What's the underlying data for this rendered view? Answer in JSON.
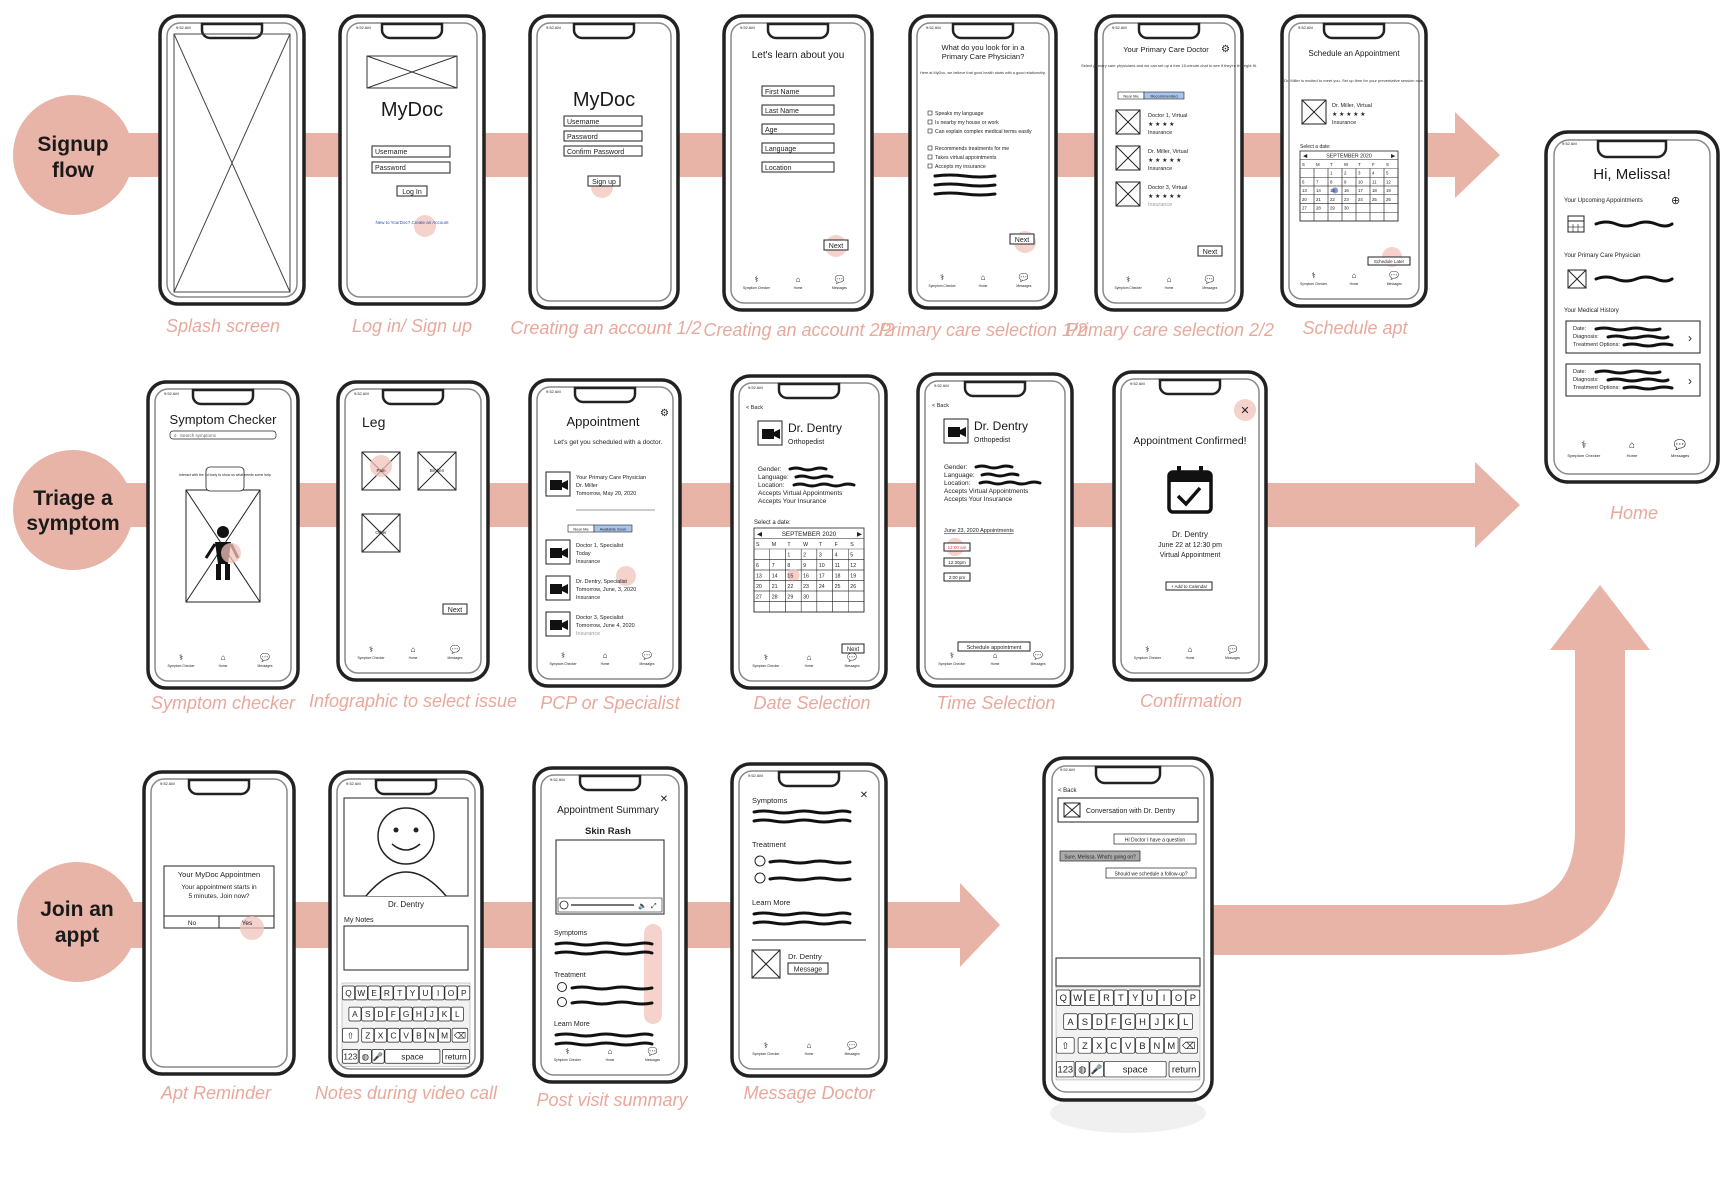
{
  "flows": [
    {
      "key": "signup",
      "title_line1": "Signup",
      "title_line2": "flow"
    },
    {
      "key": "triage",
      "title_line1": "Triage a",
      "title_line2": "symptom"
    },
    {
      "key": "join",
      "title_line1": "Join an",
      "title_line2": "appt"
    }
  ],
  "labels": {
    "splash": "Splash screen",
    "login": "Log in/ Sign up",
    "create1": "Creating an account 1/2",
    "create2": "Creating an account 2/2",
    "pcp1": "Primary care selection 1/2",
    "pcp2": "Primary care selection 2/2",
    "schedule": "Schedule apt",
    "home": "Home",
    "symptom": "Symptom checker",
    "infographic": "Infographic to select issue",
    "pcp_spec": "PCP or Specialist",
    "date_sel": "Date Selection",
    "time_sel": "Time Selection",
    "confirm": "Confirmation",
    "reminder": "Apt Reminder",
    "notes": "Notes during video call",
    "postvisit": "Post visit summary",
    "message": "Message Doctor"
  },
  "common": {
    "status_time": "9:52 AM",
    "nav_symptom": "Symptom Checker",
    "nav_home": "Home",
    "nav_messages": "Messages",
    "next": "Next",
    "back": "< Back",
    "insurance": "Insurance",
    "near_me": "Near Me",
    "recommended": "Recommended",
    "available_soon": "Available Soon",
    "calendar_month": "SEPTEMBER 2020"
  },
  "login": {
    "title": "MyDoc",
    "username": "Username",
    "password": "Password",
    "button": "Log In",
    "link": "New to YourDoc? Create an Account"
  },
  "create1": {
    "title": "MyDoc",
    "username": "Username",
    "password": "Password",
    "confirm": "Confirm Password",
    "button": "Sign up"
  },
  "create2": {
    "title": "Let's learn about you",
    "first": "First Name",
    "last": "Last Name",
    "age": "Age",
    "language": "Language",
    "location": "Location"
  },
  "pcp1": {
    "title_line1": "What do you look for in a",
    "title_line2": "Primary Care Physician?",
    "intro": "Here at MyDoc, we believe that good health starts with a good relationship.",
    "opt1": "Speaks my language",
    "opt2": "Is nearby my house or work",
    "opt3": "Can explain complex medical terms easily",
    "opt4": "Recommends treatments for me",
    "opt5": "Takes virtual appointments",
    "opt6": "Accepts my insurance"
  },
  "pcp2": {
    "title": "Your Primary Care Doctor",
    "intro": "Select primary care physicians and we can set up a free 15-minute chat to see if they're the right fit.",
    "doc1": "Doctor 1, Virtual",
    "doc2": "Dr. Miller, Virtual",
    "doc3": "Doctor 3, Virtual"
  },
  "schedule": {
    "title": "Schedule an Appointment",
    "intro": "Dr. Miller is excited to meet you. Set up time for your preventative session now.",
    "doc": "Dr. Miller, Virtual",
    "select_date": "Select a date:",
    "later": "Schedule Later"
  },
  "home": {
    "greeting": "Hi, Melissa!",
    "upcoming": "Your Upcoming Appointments",
    "pcp": "Your Primary Care Physician",
    "history": "Your Medical History",
    "date": "Date:",
    "diagnosis": "Diagnosis:",
    "treatment": "Treatment Options:"
  },
  "symptom": {
    "title": "Symptom Checker",
    "search": "Search symptoms",
    "bubble": "Interact with the 3d body to show us what needs some help"
  },
  "infographic": {
    "title": "Leg",
    "opt1": "Pain",
    "opt2": "Broken",
    "opt3": "Other"
  },
  "pcp_spec": {
    "title": "Appointment",
    "sub": "Let's get you scheduled with a doctor.",
    "pcp_label": "Your Primary Care Physician",
    "pcp_name": "Dr. Miller",
    "pcp_when": "Tomorrow, May 20, 2020",
    "d1": "Doctor 1, Specialist",
    "d1_when": "Today",
    "d2": "Dr. Dentry, Specialist",
    "d2_when": "Tomorrow, June, 3, 2020",
    "d3": "Doctor 3, Specialist",
    "d3_when": "Tomorrow, June 4, 2020"
  },
  "doctor": {
    "name": "Dr. Dentry",
    "specialty": "Orthopedist",
    "gender": "Gender:",
    "language": "Language:",
    "location": "Location:",
    "virtual": "Accepts Virtual Appointments",
    "insurance": "Accepts Your Insurance",
    "select_date": "Select a date:"
  },
  "time_sel": {
    "appts": "June 23, 2020 Appointments",
    "t1": "12:00 am",
    "t2": "12:30pm",
    "t3": "2:00 pm",
    "button": "Schedule appointment"
  },
  "confirm": {
    "title": "Appointment Confirmed!",
    "doc": "Dr. Dentry",
    "when": "June 22 at 12:30 pm",
    "kind": "Virtual Appointment",
    "add": "+ Add to Calendar"
  },
  "reminder": {
    "title": "Your MyDoc Appointmen",
    "body_line1": "Your appointment starts in",
    "body_line2": "5 minutes. Join now?",
    "no": "No",
    "yes": "Yes"
  },
  "notes": {
    "doc": "Dr. Dentry",
    "my_notes": "My Notes"
  },
  "postvisit": {
    "title": "Appointment Summary",
    "topic": "Skin Rash",
    "symptoms": "Symptoms",
    "treatment": "Treatment",
    "learn": "Learn More"
  },
  "message": {
    "symptoms": "Symptoms",
    "treatment": "Treatment",
    "learn": "Learn More",
    "doc": "Dr. Dentry",
    "button": "Message"
  },
  "chat": {
    "title": "Conversation with Dr. Dentry",
    "msg1": "Hi Doctor I have a question",
    "msg2": "Sure, Melissa. What's going on?",
    "msg3": "Should we schedule a follow-up?"
  },
  "keyboard": {
    "row1": [
      "Q",
      "W",
      "E",
      "R",
      "T",
      "Y",
      "U",
      "I",
      "O",
      "P"
    ],
    "row2": [
      "A",
      "S",
      "D",
      "F",
      "G",
      "H",
      "J",
      "K",
      "L"
    ],
    "row3": [
      "Z",
      "X",
      "C",
      "V",
      "B",
      "N",
      "M"
    ],
    "num": "123",
    "space": "space",
    "ret": "return"
  },
  "colors": {
    "accent": "#e8b0a4",
    "label": "#e8a99c",
    "ink": "#1a1a1a"
  }
}
